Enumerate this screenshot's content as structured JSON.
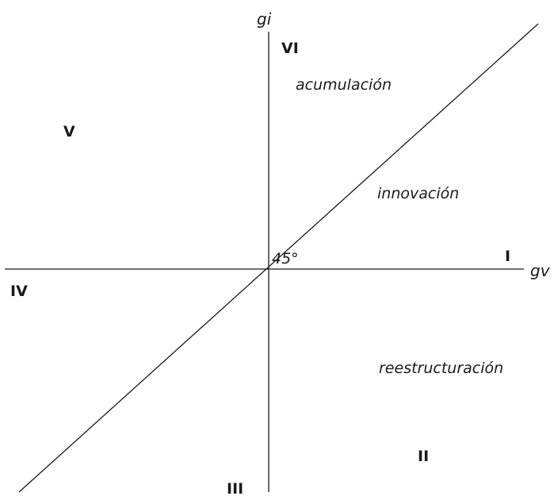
{
  "axes": {
    "horizontal_label": "gv",
    "vertical_label": "gi"
  },
  "diagonal": {
    "angle_label": "45°"
  },
  "sectors": {
    "I": "I",
    "II": "II",
    "III": "III",
    "IV": "IV",
    "V": "V",
    "VI": "VI"
  },
  "regions": {
    "upper": "acumulación",
    "middle": "innovación",
    "lower": "reestructuración"
  },
  "colors": {
    "line": "#1a1a1a",
    "text": "#1a1a1a",
    "background": "#ffffff"
  }
}
